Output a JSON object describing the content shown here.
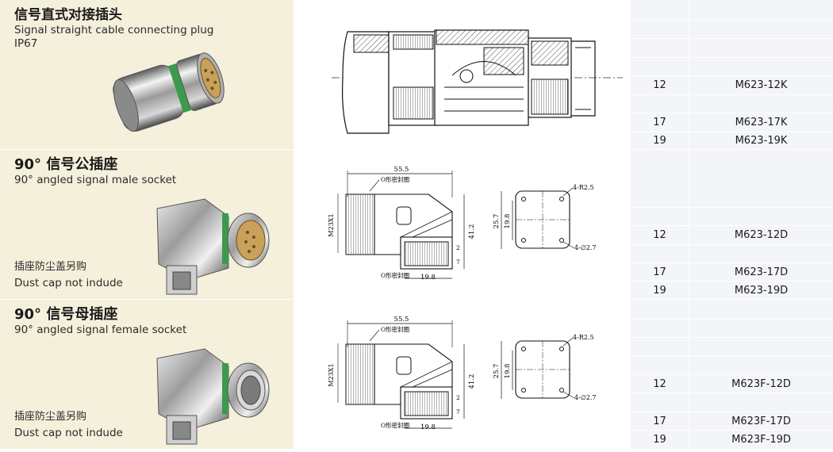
{
  "products": [
    {
      "title_cn": "信号直式对接插头",
      "title_en": "Signal straight cable connecting plug",
      "rating": "IP67",
      "variants": [
        {
          "pins": "12",
          "part": "M623-12K"
        },
        {
          "pins": "17",
          "part": "M623-17K"
        },
        {
          "pins": "19",
          "part": "M623-19K"
        }
      ]
    },
    {
      "title_cn": "90° 信号公插座",
      "title_en": "90°  angled signal male socket",
      "note_cn": "插座防尘盖另购",
      "note_en": "Dust cap not indude",
      "drawing": {
        "dim_width": "55.5",
        "seal_label_top": "O形密封圈",
        "thread": "M23X1",
        "dim_height": "41.2",
        "dim_2": "2",
        "dim_7": "7",
        "seal_label_bottom": "O形密封圈",
        "dim_bottom": "19.8",
        "flange_outer": "25.7",
        "flange_inner": "19.8",
        "corner_radius": "4-R2.5",
        "hole_dia": "4-∅2.7"
      },
      "variants": [
        {
          "pins": "12",
          "part": "M623-12D"
        },
        {
          "pins": "17",
          "part": "M623-17D"
        },
        {
          "pins": "19",
          "part": "M623-19D"
        }
      ]
    },
    {
      "title_cn": "90° 信号母插座",
      "title_en": "90°  angled signal female socket",
      "note_cn": "插座防尘盖另购",
      "note_en": "Dust cap not indude",
      "drawing": {
        "dim_width": "55.5",
        "seal_label_top": "O形密封圈",
        "thread": "M23X1",
        "dim_height": "41.2",
        "dim_2": "2",
        "dim_7": "7",
        "seal_label_bottom": "O形密封圈",
        "dim_bottom": "19.8",
        "flange_outer": "25.7",
        "flange_inner": "19.8",
        "corner_radius": "4-R2.5",
        "hole_dia": "4-∅2.7"
      },
      "variants": [
        {
          "pins": "12",
          "part": "M623F-12D"
        },
        {
          "pins": "17",
          "part": "M623F-17D"
        },
        {
          "pins": "19",
          "part": "M623F-19D"
        }
      ]
    }
  ]
}
